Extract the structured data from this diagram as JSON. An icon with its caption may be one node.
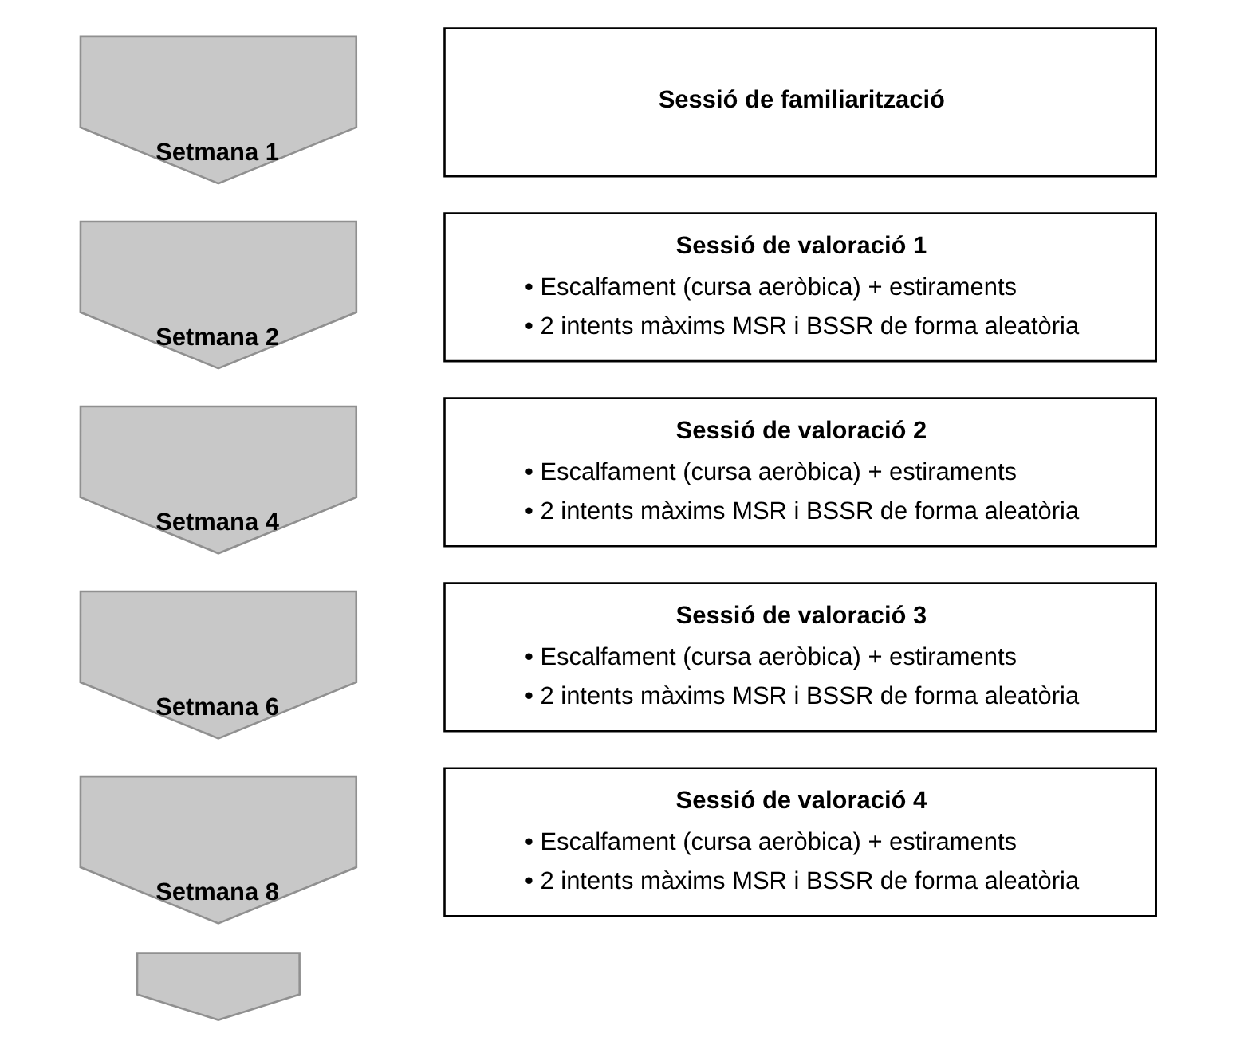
{
  "diagram": {
    "nodes": [
      {
        "text": [
          "Setmana 1"
        ]
      },
      {
        "text": [
          "Sessió de familiarització"
        ]
      },
      {
        "text": [
          "Setmana 2"
        ]
      },
      {
        "text": [
          "Sessió de valoració 1",
          "• Escalfament (cursa aeròbica) + estiraments",
          "• 2 intents màxims MSR i BSSR de forma aleatòria"
        ]
      },
      {
        "text": [
          "Setmana 4"
        ]
      },
      {
        "text": [
          "Sessió de valoració 2",
          "• Escalfament (cursa aeròbica) + estiraments",
          "• 2 intents màxims MSR i BSSR de forma aleatòria"
        ]
      },
      {
        "text": [
          "Setmana 6"
        ]
      },
      {
        "text": [
          "Sessió de valoració 3",
          "• Escalfament (cursa aeròbica) + estiraments",
          "• 2 intents màxims MSR i BSSR de forma aleatòria"
        ]
      },
      {
        "text": [
          "Setmana 8"
        ]
      },
      {
        "text": [
          "Sessió de valoració 4",
          "• Escalfament (cursa aeròbica) + estiraments",
          "• 2 intents màxims MSR i BSSR de forma aleatòria"
        ]
      },
      {
        "text": [],
        "shape": "chevron"
      }
    ],
    "edges": []
  }
}
